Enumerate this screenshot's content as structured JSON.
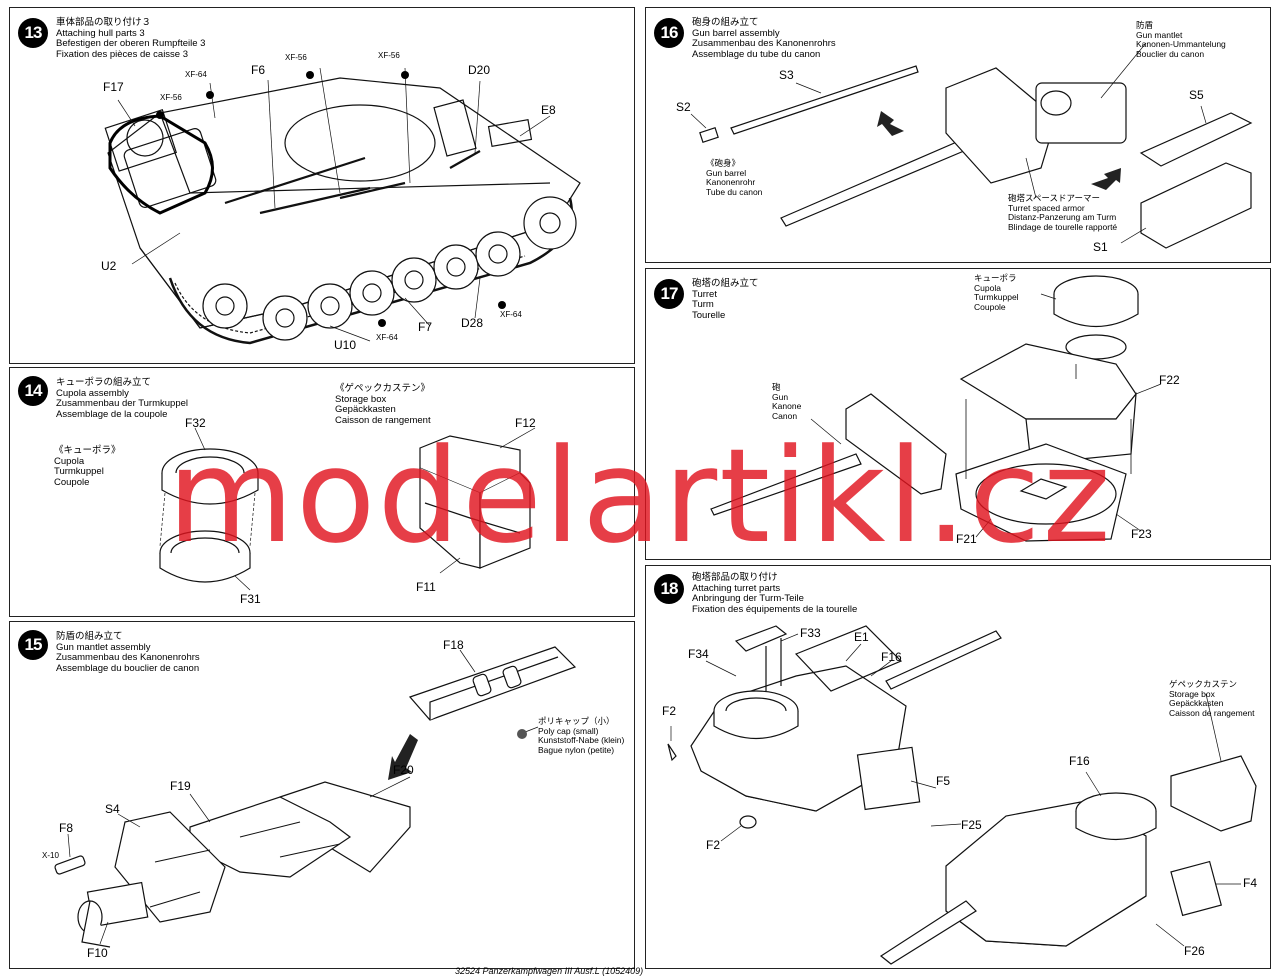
{
  "watermark": "modelartikl.cz",
  "footer": "32524 Panzerkampfwagen III Ausf.L (1052409)",
  "step13": {
    "number": "13",
    "title": [
      "車体部品の取り付け３",
      "Attaching hull parts 3",
      "Befestigen der oberen Rumpfteile 3",
      "Fixation des pièces de caisse 3"
    ],
    "labels": [
      "F17",
      "XF-56",
      "XF-64",
      "F6",
      "XF-56",
      "XF-56",
      "D20",
      "E8",
      "U2",
      "U10",
      "XF-64",
      "F7",
      "D28",
      "XF-64"
    ]
  },
  "step14": {
    "number": "14",
    "title": [
      "キューポラの組み立て",
      "Cupola assembly",
      "Zusammenbau der Turmkuppel",
      "Assemblage de la coupole"
    ],
    "cupola_note": [
      "《キューポラ》",
      "Cupola",
      "Turmkuppel",
      "Coupole"
    ],
    "storage_note": [
      "《ゲペックカステン》",
      "Storage box",
      "Gepäckkasten",
      "Caisson de rangement"
    ],
    "labels": [
      "F32",
      "F31",
      "F12",
      "F11"
    ]
  },
  "step15": {
    "number": "15",
    "title": [
      "防盾の組み立て",
      "Gun mantlet assembly",
      "Zusammenbau des Kanonenrohrs",
      "Assemblage du bouclier de canon"
    ],
    "polycap_note": [
      "ポリキャップ（小）",
      "Poly cap (small)",
      "Kunststoff-Nabe (klein)",
      "Bague nylon (petite)"
    ],
    "labels": [
      "F18",
      "F20",
      "F19",
      "S4",
      "F8",
      "X-10",
      "F10"
    ]
  },
  "step16": {
    "number": "16",
    "title": [
      "砲身の組み立て",
      "Gun barrel assembly",
      "Zusammenbau des Kanonenrohrs",
      "Assemblage du tube du canon"
    ],
    "barrel_note": [
      "《砲身》",
      "Gun barrel",
      "Kanonenrohr",
      "Tube du canon"
    ],
    "mantlet_note": [
      "防盾",
      "Gun mantlet",
      "Kanonen-Ummantelung",
      "Bouclier du canon"
    ],
    "armor_note": [
      "砲塔スペースドアーマー",
      "Turret spaced armor",
      "Distanz-Panzerung am Turm",
      "Blindage de tourelle rapporté"
    ],
    "labels": [
      "S3",
      "S2",
      "S5",
      "S1"
    ]
  },
  "step17": {
    "number": "17",
    "title": [
      "砲塔の組み立て",
      "Turret",
      "Turm",
      "Tourelle"
    ],
    "cupola_note": [
      "キューポラ",
      "Cupola",
      "Turmkuppel",
      "Coupole"
    ],
    "gun_note": [
      "砲",
      "Gun",
      "Kanone",
      "Canon"
    ],
    "labels": [
      "F22",
      "F21",
      "F23"
    ]
  },
  "step18": {
    "number": "18",
    "title": [
      "砲塔部品の取り付け",
      "Attaching turret parts",
      "Anbringung der Turm-Teile",
      "Fixation des équipements de la tourelle"
    ],
    "storage_note": [
      "ゲペックカステン",
      "Storage box",
      "Gepäckkasten",
      "Caisson de rangement"
    ],
    "labels": [
      "F33",
      "F34",
      "E1",
      "F16",
      "F2",
      "F5",
      "F25",
      "F2",
      "F16",
      "F4",
      "F26"
    ]
  }
}
